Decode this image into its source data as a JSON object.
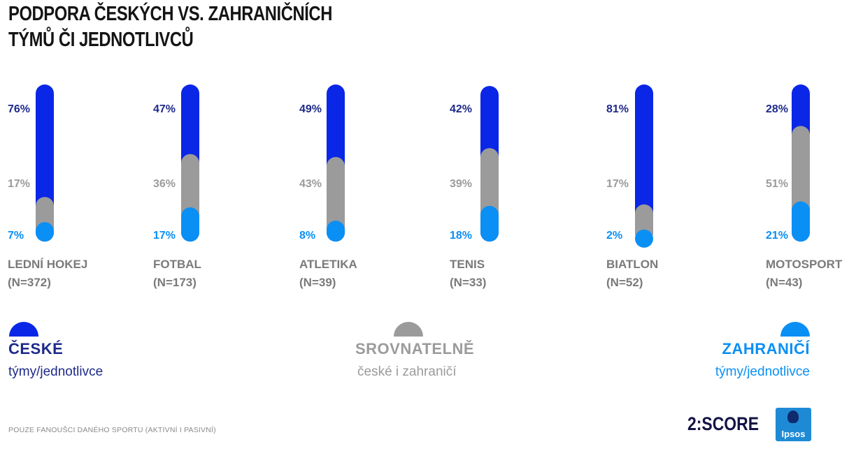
{
  "title": {
    "line1": "PODPORA ČESKÝCH VS. ZAHRANIČNÍCH",
    "line2": "TÝMŮ ČI JEDNOTLIVCŮ"
  },
  "colors": {
    "czech": "#0a26e6",
    "comparable": "#9b9b9b",
    "foreign": "#0a8ff5",
    "czech_text": "#1e2a8a",
    "comparable_text": "#9b9b9b",
    "foreign_text": "#0a8ff5",
    "category_text": "#7a7a7a"
  },
  "chart_data": {
    "type": "bar",
    "stacked": true,
    "orientation": "vertical",
    "unit": "%",
    "categories": [
      "LEDNÍ HOKEJ",
      "FOTBAL",
      "ATLETIKA",
      "TENIS",
      "BIATLON",
      "MOTOSPORT"
    ],
    "sample_sizes": [
      "(N=372)",
      "(N=173)",
      "(N=39)",
      "(N=33)",
      "(N=52)",
      "(N=43)"
    ],
    "series": [
      {
        "name": "ČESKÉ",
        "color": "#0a26e6",
        "values": [
          76,
          47,
          49,
          42,
          81,
          28
        ]
      },
      {
        "name": "SROVNATELNĚ",
        "color": "#9b9b9b",
        "values": [
          17,
          36,
          43,
          39,
          17,
          51
        ]
      },
      {
        "name": "ZAHRANIČÍ",
        "color": "#0a8ff5",
        "values": [
          7,
          17,
          8,
          18,
          2,
          21
        ]
      }
    ],
    "legend_placement": "bottom",
    "grid": false,
    "axes": false
  },
  "legend": [
    {
      "head": "ČESKÉ",
      "sub": "týmy/jednotlivce"
    },
    {
      "head": "SROVNATELNĚ",
      "sub": "české i zahraničí"
    },
    {
      "head": "ZAHRANIČÍ",
      "sub": "týmy/jednotlivce"
    }
  ],
  "footnote": "POUZE FANOUŠCI DANÉHO SPORTU (AKTIVNÍ I PASIVNÍ)",
  "brand": {
    "score_logo": "2:SCORE",
    "ipsos_logo": "Ipsos"
  }
}
